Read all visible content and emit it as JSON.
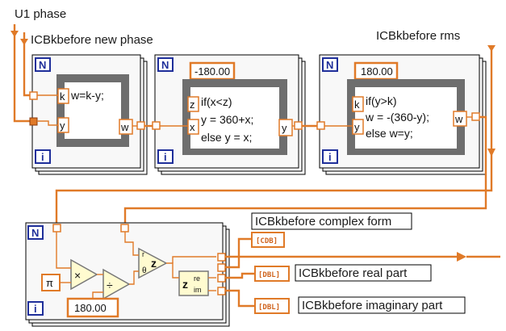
{
  "labels": {
    "u1_phase": "U1 phase",
    "new_phase": "ICBkbefore new phase",
    "rms": "ICBkbefore rms",
    "complex_form": "ICBkbefore complex form",
    "real_part": "ICBkbefore real part",
    "imag_part": "ICBkbefore imaginary part"
  },
  "loops": {
    "n": "N",
    "i": "i"
  },
  "formula1": {
    "in1": "k",
    "in2": "y",
    "out": "w",
    "line1": "w=k-y;"
  },
  "formula2": {
    "const": "-180.00",
    "in1": "z",
    "in2": "x",
    "out": "y",
    "line1": "if(x<z)",
    "line2": "y = 360+x;",
    "line3": "else y = x;"
  },
  "formula3": {
    "const": "180.00",
    "in1": "k",
    "in2": "y",
    "out": "w",
    "line1": "if(y>k)",
    "line2": "w = -(360-y);",
    "line3": "else w=y;"
  },
  "bottom": {
    "pi": "π",
    "multiply": "×",
    "divide": "÷",
    "const": "180.00",
    "r": "r",
    "theta": "θ",
    "z": "z",
    "re": "re",
    "im": "im",
    "cdb": "[CDB]",
    "dbl1": "[DBL]",
    "dbl2": "[DBL]"
  },
  "colors": {
    "wire": "#e07a28",
    "loop_index": "#1f2f9a",
    "frame_border": "#000000",
    "inner_border": "#555555"
  }
}
